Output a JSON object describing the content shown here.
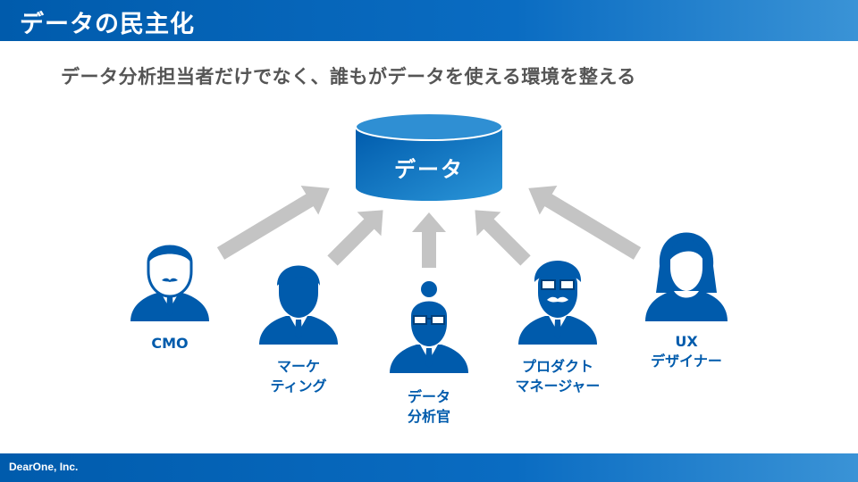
{
  "header": {
    "title": "データの民主化"
  },
  "subtitle": "データ分析担当者だけでなく、誰もがデータを使える環境を整える",
  "database": {
    "label": "データ"
  },
  "roles": {
    "cmo": {
      "line1": "CMO"
    },
    "marketing": {
      "line1": "マーケ",
      "line2": "ティング"
    },
    "analyst": {
      "line1": "データ",
      "line2": "分析官"
    },
    "pm": {
      "line1": "プロダクト",
      "line2": "マネージャー"
    },
    "ux": {
      "line1": "UX",
      "line2": "デザイナー"
    }
  },
  "footer": {
    "company": "DearOne, Inc."
  },
  "colors": {
    "brand_blue": "#005bac",
    "arrow_gray": "#c4c4c4"
  }
}
